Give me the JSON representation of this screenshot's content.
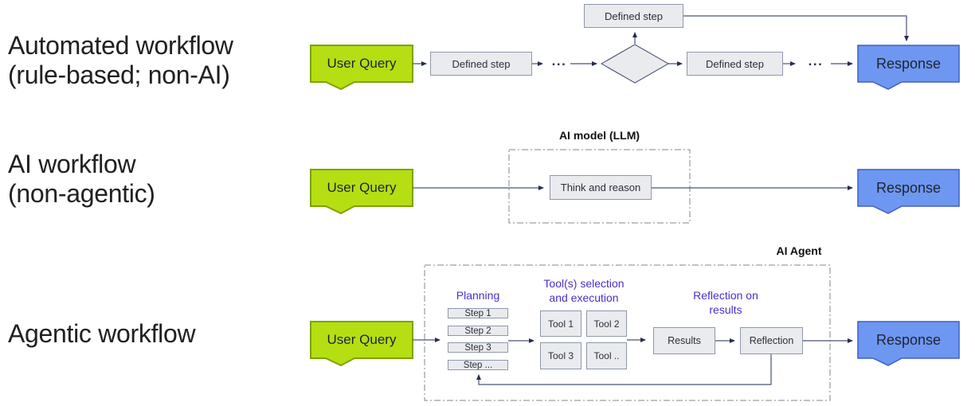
{
  "colors": {
    "user_query_fill": "#b5df13",
    "user_query_border": "#7da203",
    "response_fill": "#6e97f1",
    "response_border": "#3e5fc4",
    "box_fill": "#e9ebee",
    "box_border": "#8f97aa",
    "accent_purple": "#4a2ed0",
    "line_color": "#4b5370",
    "arrow_color": "#252e52"
  },
  "rows": [
    {
      "label_line1": "Automated workflow",
      "label_line2": "(rule-based; non-AI)",
      "nodes": {
        "user_query": "User Query",
        "defined_step_1": "Defined step",
        "defined_step_top": "Defined step",
        "defined_step_2": "Defined step",
        "ellipsis_1": "...",
        "ellipsis_2": "...",
        "response": "Response"
      }
    },
    {
      "label_line1": "AI workflow",
      "label_line2": "(non-agentic)",
      "container_title": "AI model (LLM)",
      "nodes": {
        "user_query": "User Query",
        "think": "Think and reason",
        "response": "Response"
      }
    },
    {
      "label_line1": "Agentic workflow",
      "container_title": "AI Agent",
      "sections": {
        "planning": "Planning",
        "tools_line1": "Tool(s) selection",
        "tools_line2": "and execution",
        "reflection_line1": "Reflection on",
        "reflection_line2": "results"
      },
      "nodes": {
        "user_query": "User Query",
        "step_1": "Step 1",
        "step_2": "Step 2",
        "step_3": "Step 3",
        "step_4": "Step ...",
        "tool_1": "Tool 1",
        "tool_2": "Tool 2",
        "tool_3": "Tool 3",
        "tool_4": "Tool ..",
        "results": "Results",
        "reflection": "Reflection",
        "response": "Response"
      }
    }
  ]
}
